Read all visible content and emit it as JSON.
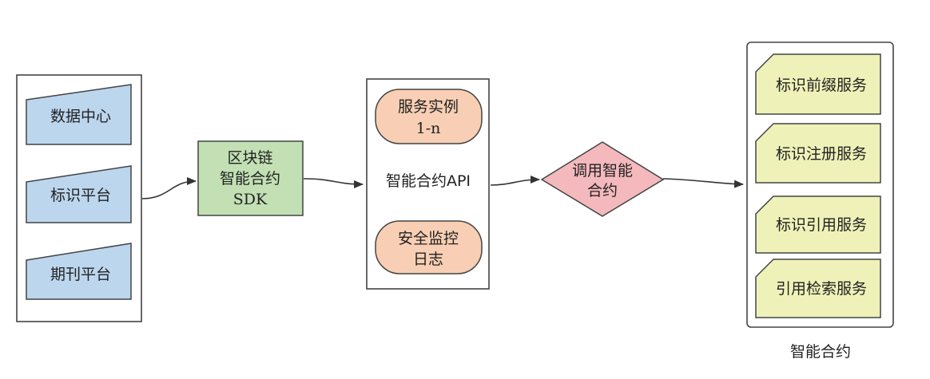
{
  "sources": {
    "items": [
      {
        "label": "数据中心"
      },
      {
        "label": "标识平台"
      },
      {
        "label": "期刊平台"
      }
    ]
  },
  "sdk": {
    "line1": "区块链",
    "line2": "智能合约",
    "line3": "SDK"
  },
  "api": {
    "label": "智能合约API",
    "service": {
      "line1": "服务实例",
      "line2": "1-n"
    },
    "monitor": {
      "line1": "安全监控",
      "line2": "日志"
    }
  },
  "invoke": {
    "line1": "调用智能",
    "line2": "合约"
  },
  "contracts": {
    "caption": "智能合约",
    "items": [
      {
        "label": "标识前缀服务"
      },
      {
        "label": "标识注册服务"
      },
      {
        "label": "标识引用服务"
      },
      {
        "label": "引用检索服务"
      }
    ]
  },
  "colors": {
    "source_fill": "#bcd6ee",
    "sdk_fill": "#c2e0b4",
    "api_pill_fill": "#f8cfb4",
    "invoke_fill": "#f4b9bc",
    "contract_fill": "#eef2b8",
    "stroke": "#444444"
  }
}
